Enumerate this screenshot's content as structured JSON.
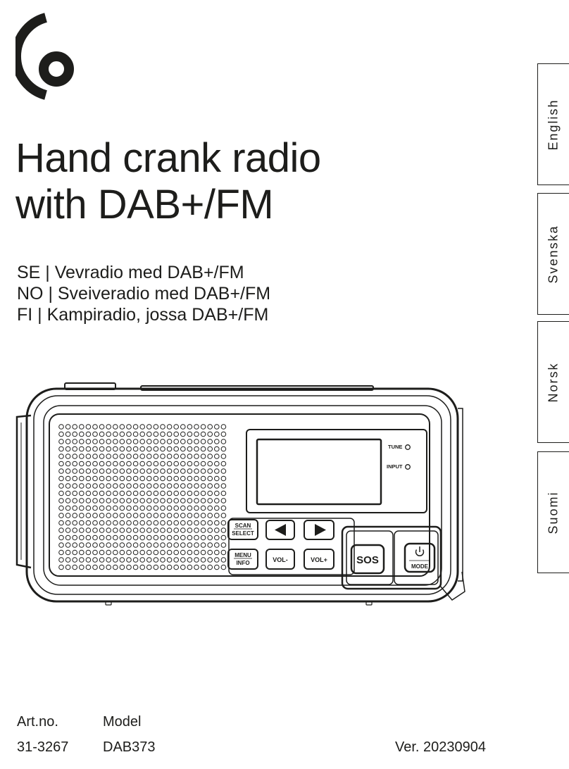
{
  "cover": {
    "title_line1": "Hand crank radio",
    "title_line2": "with DAB+/FM",
    "subtitles": [
      "SE | Vevradio med DAB+/FM",
      "NO | Sveiveradio med DAB+/FM",
      "FI | Kampiradio, jossa DAB+/FM"
    ]
  },
  "language_tabs": [
    "English",
    "Svenska",
    "Norsk",
    "Suomi"
  ],
  "radio": {
    "screen_labels": {
      "tune": "TUNE",
      "input": "INPUT"
    },
    "buttons": {
      "scan": "SCAN",
      "select": "SELECT",
      "menu": "MENU",
      "info": "INFO",
      "vol_down": "VOL-",
      "vol_up": "VOL+",
      "sos": "SOS",
      "mode": "MODE"
    }
  },
  "meta": {
    "artno_label": "Art.no.",
    "model_label": "Model",
    "artno": "31-3267",
    "model": "DAB373",
    "version": "Ver. 20230904"
  },
  "icons": [
    "brand-logo-icon",
    "left-arrow-icon",
    "right-arrow-icon",
    "power-icon"
  ]
}
